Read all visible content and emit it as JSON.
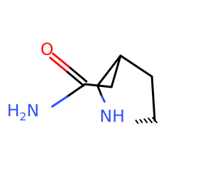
{
  "molecule": {
    "atoms": {
      "oxygen": {
        "symbol": "O"
      },
      "amide_nitrogen": {
        "symbol": "H",
        "subscript": "2",
        "suffix": "N"
      },
      "ring_nitrogen": {
        "symbol": "NH"
      }
    }
  },
  "colors": {
    "carbon_bond": "#000000",
    "oxygen": "#ff0d0d",
    "nitrogen": "#3050f8",
    "background": "#ffffff"
  }
}
